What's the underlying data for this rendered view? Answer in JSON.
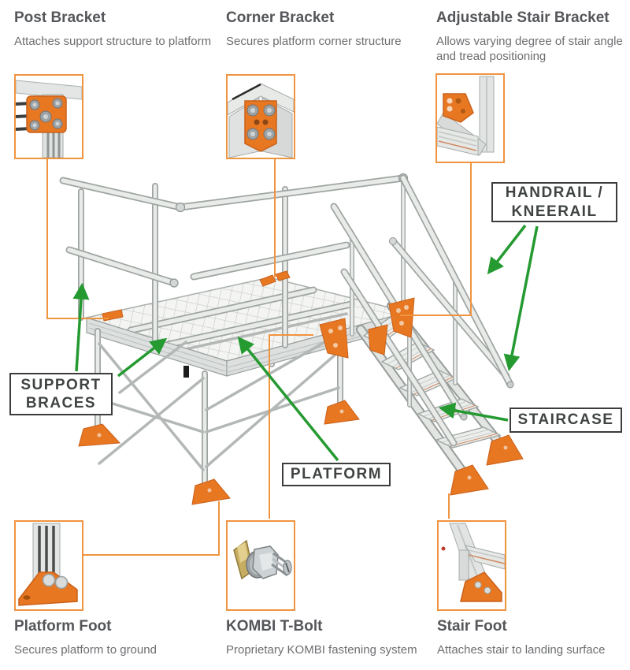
{
  "diagram": {
    "subject": "Modular aluminium work platform with staircase",
    "colors": {
      "accent_orange": "#f09440",
      "bracket_orange": "#e87722",
      "arrow_green": "#249a31",
      "heading_text": "#54565a",
      "description_text": "#6d6e71",
      "part_label_text": "#3f4442",
      "part_label_border": "#3c3c3c",
      "background": "#ffffff"
    }
  },
  "callouts": {
    "top": [
      {
        "id": "post-bracket",
        "title": "Post Bracket",
        "description": "Attaches support structure to platform"
      },
      {
        "id": "corner-bracket",
        "title": "Corner Bracket",
        "description": "Secures platform corner structure"
      },
      {
        "id": "adjustable-stair-bracket",
        "title": "Adjustable Stair Bracket",
        "description": "Allows varying degree of stair angle and tread positioning"
      }
    ],
    "bottom": [
      {
        "id": "platform-foot",
        "title": "Platform Foot",
        "description": "Secures platform to ground"
      },
      {
        "id": "kombi-t-bolt",
        "title": "KOMBI T-Bolt",
        "description": "Proprietary KOMBI fastening system"
      },
      {
        "id": "stair-foot",
        "title": "Stair Foot",
        "description": "Attaches stair to landing surface"
      }
    ]
  },
  "part_labels": [
    {
      "id": "handrail-kneerail",
      "text": "HANDRAIL / KNEERAIL"
    },
    {
      "id": "support-braces",
      "text": "SUPPORT BRACES"
    },
    {
      "id": "staircase",
      "text": "STAIRCASE"
    },
    {
      "id": "platform",
      "text": "PLATFORM"
    }
  ],
  "thumbnails": [
    {
      "id": "post-bracket-photo"
    },
    {
      "id": "corner-bracket-photo"
    },
    {
      "id": "adjustable-stair-bracket-photo"
    },
    {
      "id": "platform-foot-photo"
    },
    {
      "id": "kombi-t-bolt-photo"
    },
    {
      "id": "stair-foot-photo"
    }
  ]
}
